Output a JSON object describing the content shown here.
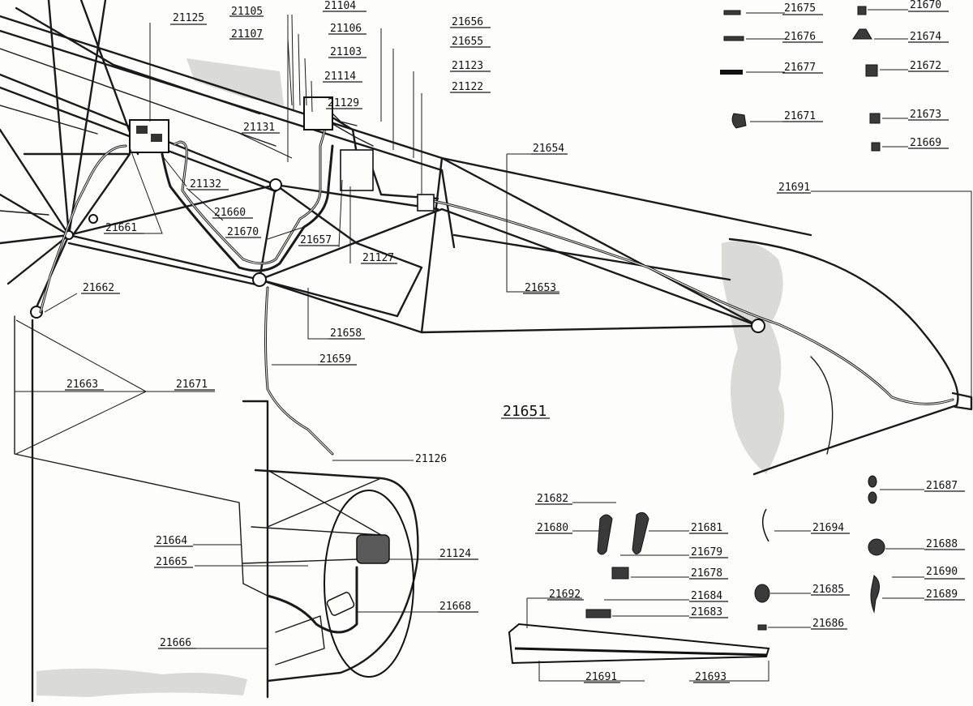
{
  "main_label": "21651",
  "labels": [
    {
      "id": "l21125",
      "text": "21125"
    },
    {
      "id": "l21105",
      "text": "21105"
    },
    {
      "id": "l21104",
      "text": "21104"
    },
    {
      "id": "l21107",
      "text": "21107"
    },
    {
      "id": "l21106",
      "text": "21106"
    },
    {
      "id": "l21103",
      "text": "21103"
    },
    {
      "id": "l21114",
      "text": "21114"
    },
    {
      "id": "l21129",
      "text": "21129"
    },
    {
      "id": "l21656",
      "text": "21656"
    },
    {
      "id": "l21655",
      "text": "21655"
    },
    {
      "id": "l21123",
      "text": "21123"
    },
    {
      "id": "l21122",
      "text": "21122"
    },
    {
      "id": "l21131",
      "text": "21131"
    },
    {
      "id": "l21132",
      "text": "21132"
    },
    {
      "id": "l21660",
      "text": "21660"
    },
    {
      "id": "l21661",
      "text": "21661"
    },
    {
      "id": "l21670b",
      "text": "21670"
    },
    {
      "id": "l21657",
      "text": "21657"
    },
    {
      "id": "l21127",
      "text": "21127"
    },
    {
      "id": "l21654",
      "text": "21654"
    },
    {
      "id": "l21653",
      "text": "21653"
    },
    {
      "id": "l21662",
      "text": "21662"
    },
    {
      "id": "l21658",
      "text": "21658"
    },
    {
      "id": "l21659",
      "text": "21659"
    },
    {
      "id": "l21663",
      "text": "21663"
    },
    {
      "id": "l21671a",
      "text": "21671"
    },
    {
      "id": "l21126",
      "text": "21126"
    },
    {
      "id": "l21664",
      "text": "21664"
    },
    {
      "id": "l21665",
      "text": "21665"
    },
    {
      "id": "l21124",
      "text": "21124"
    },
    {
      "id": "l21668",
      "text": "21668"
    },
    {
      "id": "l21666",
      "text": "21666"
    },
    {
      "id": "l21691a",
      "text": "21691"
    },
    {
      "id": "l21675",
      "text": "21675"
    },
    {
      "id": "l21670a",
      "text": "21670"
    },
    {
      "id": "l21676",
      "text": "21676"
    },
    {
      "id": "l21674",
      "text": "21674"
    },
    {
      "id": "l21677",
      "text": "21677"
    },
    {
      "id": "l21672",
      "text": "21672"
    },
    {
      "id": "l21671b",
      "text": "21671"
    },
    {
      "id": "l21673",
      "text": "21673"
    },
    {
      "id": "l21669",
      "text": "21669"
    },
    {
      "id": "l21682",
      "text": "21682"
    },
    {
      "id": "l21680",
      "text": "21680"
    },
    {
      "id": "l21681",
      "text": "21681"
    },
    {
      "id": "l21679",
      "text": "21679"
    },
    {
      "id": "l21678",
      "text": "21678"
    },
    {
      "id": "l21684",
      "text": "21684"
    },
    {
      "id": "l21683",
      "text": "21683"
    },
    {
      "id": "l21692",
      "text": "21692"
    },
    {
      "id": "l21694",
      "text": "21694"
    },
    {
      "id": "l21685",
      "text": "21685"
    },
    {
      "id": "l21686",
      "text": "21686"
    },
    {
      "id": "l21687",
      "text": "21687"
    },
    {
      "id": "l21688",
      "text": "21688"
    },
    {
      "id": "l21690",
      "text": "21690"
    },
    {
      "id": "l21689",
      "text": "21689"
    },
    {
      "id": "l21691b",
      "text": "21691"
    },
    {
      "id": "l21693",
      "text": "21693"
    }
  ]
}
